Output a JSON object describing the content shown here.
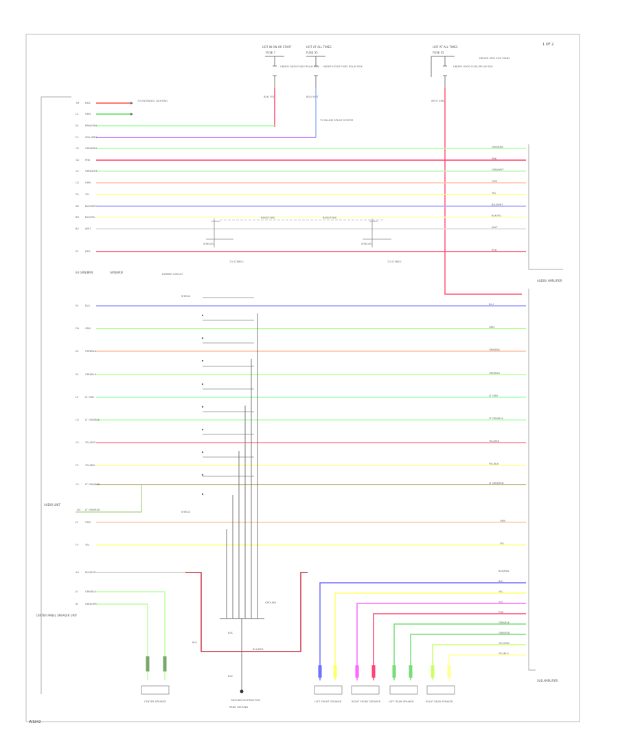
{
  "footer_code": "W1842",
  "page_ref": "1 OF 2",
  "top_upper_wires": [
    {
      "pin": "7M",
      "code": "RED",
      "color": "#ff4a4a",
      "end": "arrow",
      "note": "TO ENTRANCE LIGHTING"
    },
    {
      "pin": "L2",
      "code": "GRN",
      "color": "#55dd55",
      "end": "arrow",
      "note": ""
    },
    {
      "pin": "E4",
      "code": "BRN/GRN",
      "color": "#9bff9b",
      "end": "pillar",
      "note": ""
    },
    {
      "pin": "F4",
      "code": "WHL/BRN",
      "color": "#b86ef0",
      "end": "pillar",
      "note": ""
    }
  ],
  "main_wires": [
    {
      "pin": "C6",
      "code": "GRN/BRN",
      "color": "#a8ff9c"
    },
    {
      "pin": "G4",
      "code": "PNK",
      "color": "#ff3c6e"
    },
    {
      "pin": "C5",
      "code": "GRN/WHT",
      "color": "#bdf7b0"
    },
    {
      "pin": "C4",
      "code": "ORN",
      "color": "#ffc4a8"
    },
    {
      "pin": "D1",
      "code": "YEL",
      "color": "#ffff7a"
    },
    {
      "pin": "A6",
      "code": "BLU/WHT",
      "color": "#a9a9ff"
    },
    {
      "pin": "B6",
      "code": "BLK/YEL",
      "color": "#ffffc0"
    },
    {
      "pin": "B5",
      "code": "WHT",
      "color": "#dddddd"
    },
    {
      "pin": "E2",
      "code": "RED",
      "color": "#ff4a6c"
    }
  ],
  "lower_wires": [
    {
      "pin": "E4",
      "code": "BLU",
      "color": "#9898ff"
    },
    {
      "pin": "D4",
      "code": "GRN",
      "color": "#9dff7c"
    },
    {
      "pin": "E4",
      "code": "ORN/BLK",
      "color": "#ffc09c"
    },
    {
      "pin": "E4",
      "code": "GRN/BLK",
      "color": "#b8ff9e"
    },
    {
      "pin": "L5",
      "code": "LT GRN",
      "color": "#a3ffb2"
    },
    {
      "pin": "C4",
      "code": "LT GRN/BLK",
      "color": "#b2ffae"
    },
    {
      "pin": "C4",
      "code": "YEL/RED",
      "color": "#ff8090"
    },
    {
      "pin": "F4",
      "code": "YEL/BLK",
      "color": "#ffff9c"
    },
    {
      "pin": "C4",
      "code": "LT GRN/RED",
      "color": "#b7ac6c"
    }
  ],
  "lower_extra": {
    "pin": "D4",
    "code": "LT GRN/RED"
  },
  "bottom_wires": [
    {
      "pin": "J3",
      "code": "ORN",
      "color": "#ffc8aa"
    },
    {
      "pin": "F3",
      "code": "YEL",
      "color": "#ffff8c"
    }
  ],
  "speaker_wires": [
    {
      "pin": "A6",
      "code": "BLK/RED",
      "color": "#cc3344"
    },
    {
      "pin": "J5",
      "code": "GRN/BLK",
      "color": "#b8ff9e"
    },
    {
      "pin": "J6",
      "code": "GRN/ORN",
      "color": "#b8ff9e"
    }
  ],
  "right_speaker_wires": [
    {
      "code": "BLK/RED",
      "color": "#dddddd"
    },
    {
      "code": "BLU",
      "color": "#6e6eff"
    },
    {
      "code": "YEL",
      "color": "#ffff66"
    },
    {
      "code": "VIO",
      "color": "#ff66ff"
    },
    {
      "code": "PNK",
      "color": "#ff4477"
    },
    {
      "code": "GRN/BLK",
      "color": "#77dd77"
    },
    {
      "code": "GRN/RED",
      "color": "#77dd77"
    },
    {
      "code": "YEL/GRN",
      "color": "#ccff66"
    },
    {
      "code": "YEL/BLU",
      "color": "#ffff99"
    }
  ],
  "labels": {
    "fuse_a_title": "HOT IN ON OR START",
    "fuse_a_name": "FUSE 7",
    "fuse_a_side": "UNDER DASH FUSE/ RELAY BOX",
    "fuse_b_title": "HOT AT ALL TIMES",
    "fuse_b_name": "FUSE 35",
    "fuse_b_side": "UNDER HOOD FUSE/ RELAY BOX",
    "fuse_c_title": "HOT AT ALL TIMES",
    "fuse_c_name": "FUSE 45",
    "fuse_c_side": "UNDER HOOD FUSE/ RELAY BOX",
    "fuse_c_desc": "DRIVER SIDE KICK PANEL",
    "wire_a": "BLK/ YEL",
    "wire_b": "BLU/ WHT",
    "wire_c": "WHT/ GRN",
    "splice_note": "TO IN-LINE SPLICE SYSTEM",
    "shield_a": "SHIELDS",
    "shield_b": "SHIELDS",
    "rect_block_a": "RESISTORS",
    "rect_block_b": "RESISTORS",
    "shield_c": "SHIELD",
    "shield_d": "SHIELD",
    "audio_unit": "AUDIO UNIT",
    "gnd_note": "GROUND",
    "stereo_label": "TO STEREO",
    "pin_label": "E4 GRN/BRN",
    "dim_label": "DIMMER CIRCUIT",
    "pin_grn_ref": "GRN/BRN",
    "pin_ltgrn_ref": "LT GRN/RED",
    "center_unit": "CENTER PANEL SPEAKER UNIT",
    "right_unit": "AUDIO/ AMPLIFIER",
    "g_label": "BLK",
    "g2_label": "BLK",
    "tt_label": "BLK/RED",
    "gnd_sub": "GROUND DISTRIBUTION",
    "spk1": "CENTER SPEAKER",
    "spk2": "REAR GROUND",
    "spk3": "LEFT FRONT SPEAKER",
    "spk4": "RIGHT FRONT SPEAKER",
    "spk5": "LEFT REAR SPEAKER",
    "spk6": "RIGHT REAR SPEAKER",
    "sub_amp": "SUB AMPLIFIER"
  }
}
